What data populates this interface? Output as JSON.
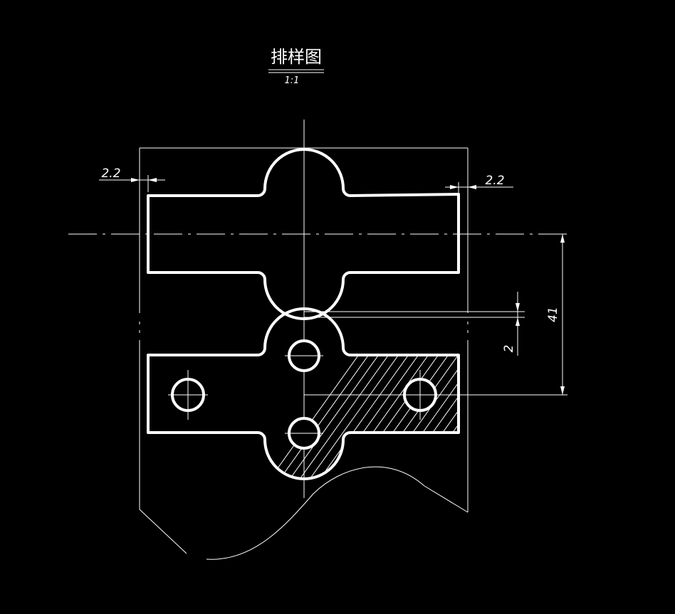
{
  "title": "排样图",
  "scale": "1:1",
  "dimensions": {
    "left_margin": "2.2",
    "right_margin": "2.2",
    "gap": "2",
    "pitch": "41"
  },
  "colors": {
    "background": "#000000",
    "lines": "#ffffff"
  }
}
